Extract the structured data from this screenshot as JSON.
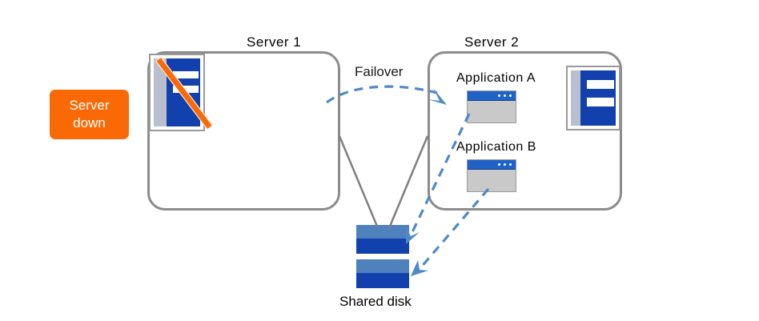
{
  "diagram": {
    "title_server1": "Server 1",
    "title_server2": "Server 2",
    "failover_label": "Failover",
    "shared_disk_label": "Shared disk",
    "server_down_line1": "Server",
    "server_down_line2": "down",
    "app_a_label": "Application  A",
    "app_b_label": "Application  B",
    "colors": {
      "accent_orange": "#f96a07",
      "arrow_blue": "#4f89c9",
      "box_gray": "#8c8c8c",
      "icon_blue": "#1241ad",
      "disk_light_blue": "#4f81bd",
      "connector_gray": "#7f7f7f"
    },
    "icons": {
      "server1_pc": "computer-down-icon",
      "server2_pc": "computer-icon",
      "app_a": "application-window-icon",
      "app_b": "application-window-icon",
      "shared_disk": "disk-stack-icon",
      "failover_arrow": "dashed-curved-arrow-icon"
    }
  }
}
